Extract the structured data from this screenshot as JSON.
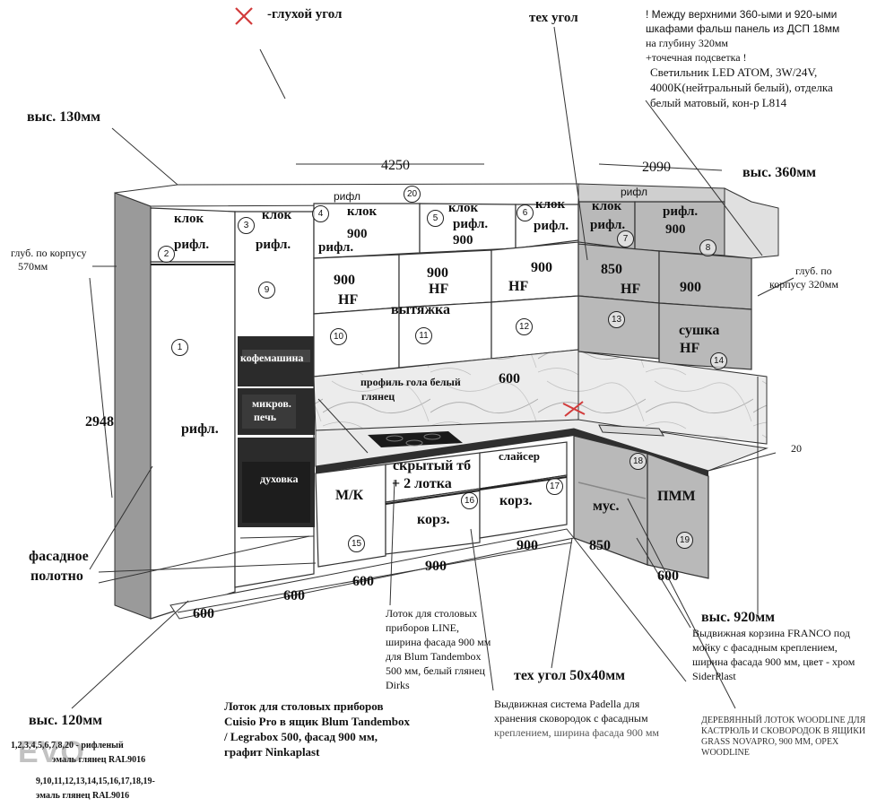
{
  "colors": {
    "cabinet_white": "#ffffff",
    "cabinet_grey": "#b9b9b9",
    "appliance_black": "#2b2b2b",
    "marble": "#e9e9e9",
    "outline": "#333333",
    "cross_red": "#d23b3b"
  },
  "legend": {
    "blind_corner": "-глухой угол"
  },
  "top_labels": {
    "tech_corner": "тех угол",
    "note_lines": [
      "! Между верхними 360-ыми и 920-ыми",
      "шкафами фальш панель из ДСП 18мм",
      "на глубину 320мм",
      "+точечная подсветка !",
      "Светильник LED ATOM, 3W/24V,",
      "4000K(нейтральный белый), отделка",
      "белый матовый, кон-р L814"
    ]
  },
  "dimensions": {
    "height_130": "выс. 130мм",
    "depth_570": [
      "глуб. по корпусу",
      "570мм"
    ],
    "width_4250": "4250",
    "width_2090": "2090",
    "height_360": "выс. 360мм",
    "depth_320": [
      "глуб. по",
      "корпусу 320мм"
    ],
    "height_2948": "2948",
    "dim_20": "20",
    "height_920": "выс. 920мм",
    "height_120": "выс. 120мм",
    "width_600_left": "600",
    "width_600_mid": "600",
    "width_600_sink": "600",
    "width_600_right": "600",
    "width_900_a": "900",
    "width_900_b": "900",
    "width_850": "850",
    "tech_corner_50": "тех угол 50х40мм"
  },
  "fronts": {
    "rifl_top_a": "рифл",
    "rifl_top_b": "рифл",
    "klok": "клок",
    "rifl": "рифл.",
    "klok_rifl_900": [
      "клок",
      "рифл.",
      "900"
    ],
    "klok_rifl": [
      "клок",
      "рифл."
    ],
    "klok_rifl_right": [
      "клок",
      "рифл."
    ],
    "rifl_900_right": [
      "рифл.",
      "900"
    ],
    "klok_900": [
      "клок",
      "900"
    ],
    "hf_900_a": [
      "900",
      "HF"
    ],
    "hf_900_b": [
      "900",
      "HF"
    ],
    "hf_900_c": [
      "900",
      "HF"
    ],
    "hf_850": [
      "850",
      "HF"
    ],
    "w_900": "900",
    "hood": "вытяжка",
    "dryer": [
      "сушка",
      "HF"
    ],
    "backsplash_600": "600",
    "gola_profile": [
      "профиль гола белый",
      "глянец"
    ],
    "coffee": "кофемашина",
    "microwave": [
      "микров.",
      "печь"
    ],
    "oven": "духовка",
    "tall_rifl": "рифл.",
    "mk": "М/К",
    "hidden_tb": [
      "скрытый тб",
      "+ 2 лотка"
    ],
    "slicer": "слайсер",
    "basket_a": "корз.",
    "basket_b": "корз.",
    "trash": "мус.",
    "dishwasher": "ПММ",
    "facade_panel": [
      "фасадное",
      "полотно"
    ]
  },
  "numbers": [
    "1",
    "2",
    "3",
    "4",
    "5",
    "6",
    "7",
    "8",
    "9",
    "10",
    "11",
    "12",
    "13",
    "14",
    "15",
    "16",
    "17",
    "18",
    "19",
    "20"
  ],
  "notes": {
    "line_tray": [
      "Лоток для столовых",
      "приборов LINE,",
      "ширина фасада 900 мм",
      "для Blum Tandembox",
      "500 мм, белый глянец",
      "Dirks"
    ],
    "cuisio": [
      "Лоток для столовых приборов",
      "Cuisio Pro в ящик Blum Tandembox",
      "/ Legrabox 500, фасад 900 мм,",
      "графит Ninkaplast"
    ],
    "padella": [
      "Выдвижная система Padella для",
      "хранения сковородок с фасадным",
      "креплением, ширина фасада 900 мм"
    ],
    "franco": [
      "Выдвижная корзина FRANCO под",
      "мойку с фасадным креплением,",
      "ширина фасада 900 мм, цвет - хром",
      "SiderPlast"
    ],
    "woodline": [
      "ДЕРЕВЯННЫЙ ЛОТОК WOODLINE ДЛЯ",
      "КАСТРЮЛЬ И СКОВОРОДОК В ЯЩИКИ",
      "GRASS NOVAPRO, 900 ММ, OPEX",
      "WOODLINE"
    ],
    "enamel": [
      "1,2,3,4,5,6,7,8,20 - рифленый",
      "эмаль глянец RAL9016",
      "9,10,11,12,13,14,15,16,17,18,19-",
      "эмаль глянец RAL9016"
    ]
  },
  "watermark": "EVO"
}
